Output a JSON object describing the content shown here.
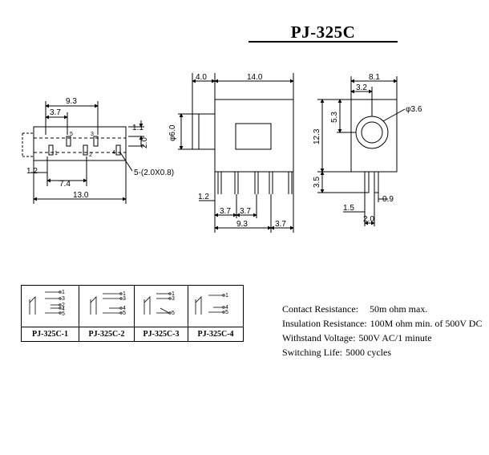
{
  "title": "PJ-325C",
  "front_view": {
    "dims": [
      "9.3",
      "3.7",
      "1.1",
      "2.0",
      "1.2",
      "7.4",
      "13.0",
      "5-(2.0X0.8)"
    ],
    "pin_numbers": [
      "5",
      "3",
      "1",
      "2",
      "4"
    ]
  },
  "side_view": {
    "dims": [
      "4.0",
      "14.0",
      "6.0",
      "1.2",
      "3.7",
      "3.7",
      "9.3",
      "3.7"
    ],
    "diameter_symbol": "φ"
  },
  "end_view": {
    "dims": [
      "8.1",
      "3.2",
      "3.6",
      "5.3",
      "12.3",
      "3.5",
      "0.9",
      "1.5",
      "2.0"
    ],
    "diameter_symbol": "φ"
  },
  "variants": [
    {
      "label": "PJ-325C-1",
      "pins": [
        "1",
        "3",
        "2",
        "4",
        "5"
      ]
    },
    {
      "label": "PJ-325C-2",
      "pins": [
        "1",
        "3",
        "4",
        "5"
      ]
    },
    {
      "label": "PJ-325C-3",
      "pins": [
        "1",
        "3",
        "5"
      ]
    },
    {
      "label": "PJ-325C-4",
      "pins": [
        "1",
        "4",
        "5"
      ]
    }
  ],
  "specs": [
    {
      "name": "Contact Resistance:",
      "value": "50m ohm max."
    },
    {
      "name": "Insulation Resistance:",
      "value": "100M ohm min. of 500V DC"
    },
    {
      "name": "Withstand Voltage:",
      "value": "500V AC/1 minute"
    },
    {
      "name": "Switching Life:",
      "value": "5000 cycles"
    }
  ]
}
